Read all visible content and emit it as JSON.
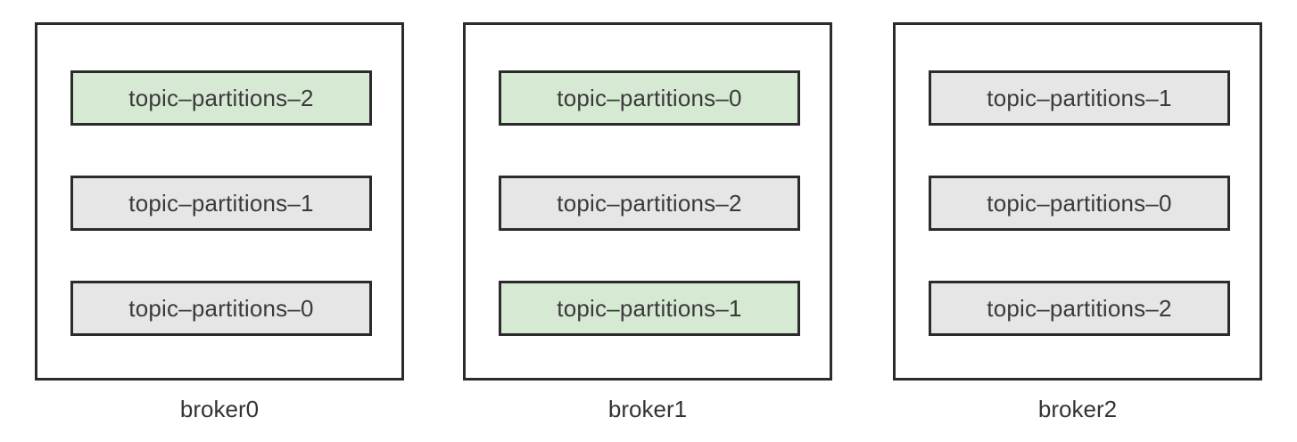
{
  "brokers": [
    {
      "label": "broker0",
      "partitions": [
        {
          "label": "topic–partitions–2",
          "leader": true
        },
        {
          "label": "topic–partitions–1",
          "leader": false
        },
        {
          "label": "topic–partitions–0",
          "leader": false
        }
      ]
    },
    {
      "label": "broker1",
      "partitions": [
        {
          "label": "topic–partitions–0",
          "leader": true
        },
        {
          "label": "topic–partitions–2",
          "leader": false
        },
        {
          "label": "topic–partitions–1",
          "leader": true
        }
      ]
    },
    {
      "label": "broker2",
      "partitions": [
        {
          "label": "topic–partitions–1",
          "leader": false
        },
        {
          "label": "topic–partitions–0",
          "leader": false
        },
        {
          "label": "topic–partitions–2",
          "leader": false
        }
      ]
    }
  ],
  "colors": {
    "leader_fill": "#d6ead3",
    "follower_fill": "#e6e6e6",
    "border": "#2b2b2b"
  }
}
